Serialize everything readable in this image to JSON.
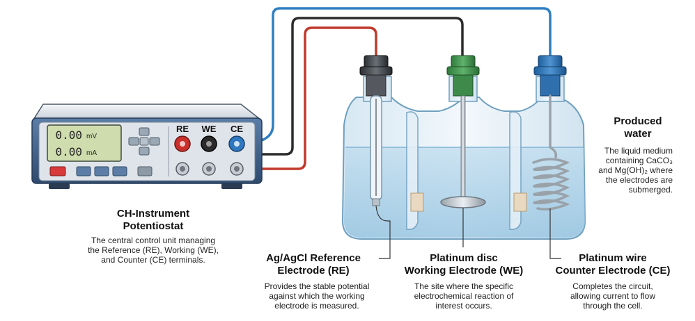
{
  "potentiostat": {
    "display": {
      "value_1": "0.00",
      "unit_1": "mV",
      "value_2": "0.00",
      "unit_2": "mA"
    },
    "terminals": {
      "re": "RE",
      "we": "WE",
      "ce": "CE"
    },
    "label": {
      "title": [
        "CH-Instrument",
        "Potentiostat"
      ],
      "description": [
        "The central control unit managing",
        "the Reference (RE), Working (WE),",
        "and Counter (CE) terminals."
      ]
    }
  },
  "cell": {
    "produced_water": {
      "title": [
        "Produced",
        "water"
      ],
      "description": [
        "The liquid medium",
        "containing CaCO₃",
        "and Mg(OH)₂ where",
        "the electrodes are",
        "submerged."
      ]
    },
    "reference_electrode": {
      "title": [
        "Ag/AgCl Reference",
        "Electrode (RE)"
      ],
      "description": [
        "Provides the stable potential",
        "against which the working",
        "electrode is measured."
      ]
    },
    "working_electrode": {
      "title": [
        "Platinum disc",
        "Working Electrode (WE)"
      ],
      "description": [
        "The site where the specific",
        "electrochemical reaction of",
        "interest occurs."
      ]
    },
    "counter_electrode": {
      "title": [
        "Platinum wire",
        "Counter Electrode (CE)"
      ],
      "description": [
        "Completes the circuit,",
        "allowing current to flow",
        "through the cell."
      ]
    }
  },
  "colors": {
    "re_wire": "#c0392b",
    "we_wire": "#2b2b2b",
    "ce_wire": "#2e7fc1",
    "device_body": "#3f5f86",
    "lcd": "#cfdcae",
    "water": "#cfe6f3",
    "glass": "#e6f1f8"
  }
}
